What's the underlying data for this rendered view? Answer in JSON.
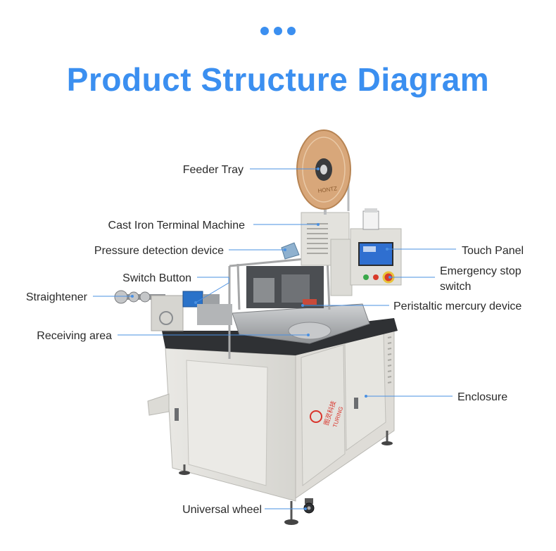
{
  "header": {
    "title": "Product Structure Diagram"
  },
  "colors": {
    "accent": "#3b8ff0",
    "leader": "#4a90e2",
    "body_panel": "#e4e3de",
    "frame": "#d9d9d4",
    "steel": "#b7b9bb",
    "reel": "#d8a77a",
    "touch_blue": "#2f6fd0"
  },
  "labels": {
    "feeder_tray": "Feeder Tray",
    "cast_iron": "Cast Iron Terminal Machine",
    "pressure": "Pressure detection device",
    "switch_button": "Switch Button",
    "straightener": "Straightener",
    "receiving": "Receiving area",
    "universal_wheel": "Universal wheel",
    "touch_panel": "Touch Panel",
    "emergency_line1": "Emergency stop",
    "emergency_line2": "switch",
    "peristaltic": "Peristaltic mercury device",
    "enclosure": "Enclosure"
  },
  "logo": {
    "cn": "图灵科技",
    "en": "TURING",
    "reel_text": "HONTZ"
  }
}
